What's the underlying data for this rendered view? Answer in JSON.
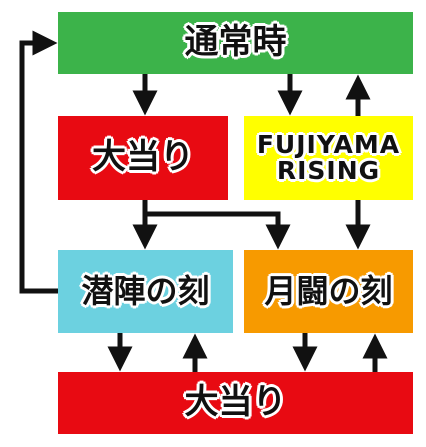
{
  "colors": {
    "green": "#3cb34a",
    "red": "#e80a12",
    "yellow": "#ffff00",
    "cyan": "#6cd1e0",
    "orange": "#f79a00",
    "arrow": "#111111"
  },
  "nodes": {
    "normal": "通常時",
    "jackpot_top": "大当り",
    "fujiyama_rising": "FUJIYAMA\nRISING",
    "senjin": "潜陣の刻",
    "getto": "月闘の刻",
    "jackpot_bottom": "大当り"
  },
  "edges": [
    {
      "from": "normal",
      "to": "jackpot_top"
    },
    {
      "from": "normal",
      "to": "fujiyama_rising"
    },
    {
      "from": "fujiyama_rising",
      "to": "normal"
    },
    {
      "from": "jackpot_top",
      "to": "senjin"
    },
    {
      "from": "jackpot_top",
      "to": "getto"
    },
    {
      "from": "fujiyama_rising",
      "to": "getto"
    },
    {
      "from": "senjin",
      "to": "normal"
    },
    {
      "from": "senjin",
      "to": "jackpot_bottom"
    },
    {
      "from": "jackpot_bottom",
      "to": "senjin"
    },
    {
      "from": "getto",
      "to": "jackpot_bottom"
    },
    {
      "from": "jackpot_bottom",
      "to": "getto"
    }
  ]
}
